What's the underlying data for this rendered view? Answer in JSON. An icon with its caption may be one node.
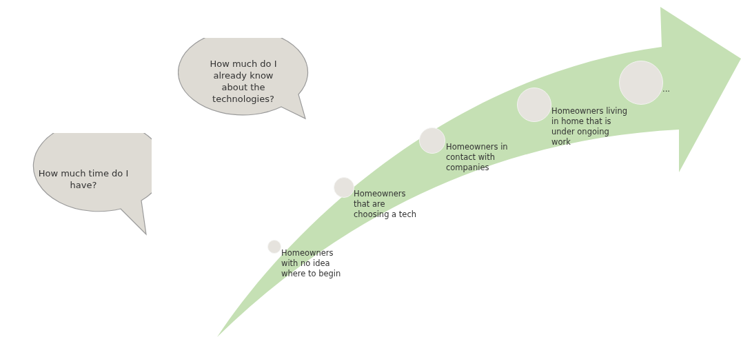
{
  "diagram": {
    "nodes": [
      {
        "text": [
          "How much do I already know about the technologies?"
        ]
      },
      {
        "text": [
          "How much time do I have?"
        ]
      },
      {
        "text": [],
        "shape": "circle",
        "beside": [
          "Homeowners with no idea where to begin"
        ]
      },
      {
        "text": [],
        "shape": "circle",
        "beside": [
          "Homeowners that are choosing a tech"
        ]
      },
      {
        "text": [],
        "shape": "circle",
        "beside": [
          "Homeowners in contact with companies"
        ]
      },
      {
        "text": [],
        "shape": "circle",
        "beside": [
          "Homeowners living in home that is under ongoing work"
        ]
      },
      {
        "text": [],
        "shape": "circle",
        "beside": [
          "..."
        ]
      }
    ]
  }
}
